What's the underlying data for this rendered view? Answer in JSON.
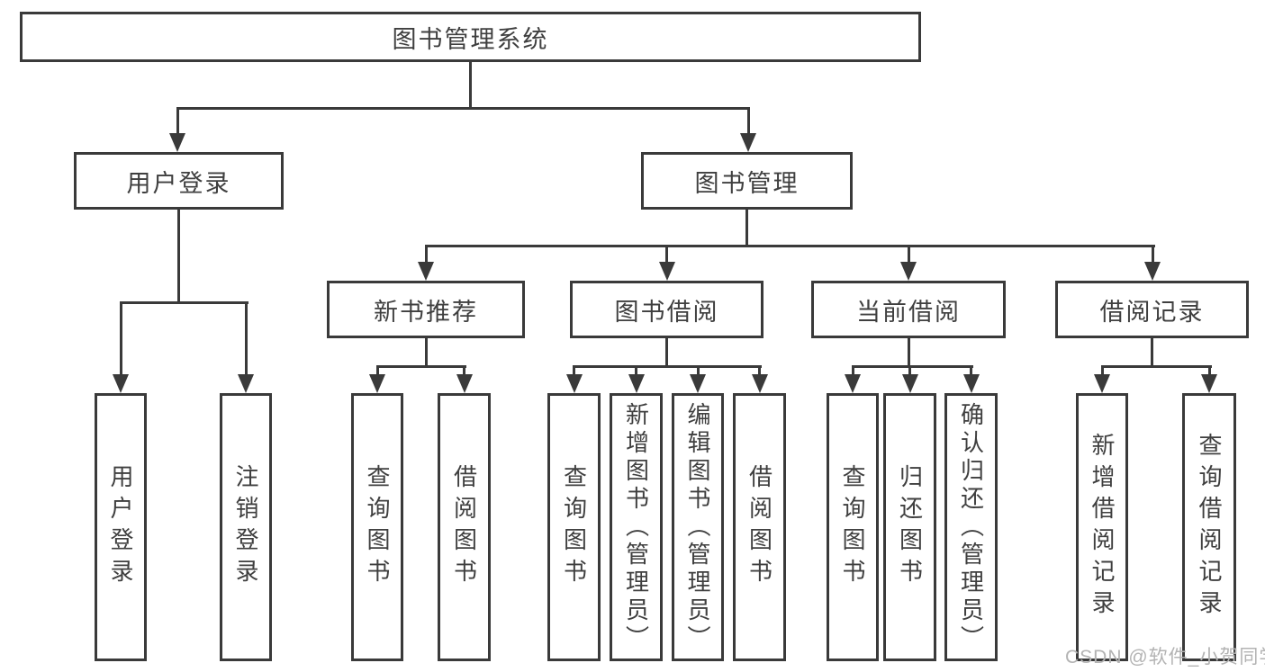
{
  "watermark": "CSDN @软件_小贺同学",
  "diagram": {
    "root": {
      "label": "图书管理系统"
    },
    "level1": {
      "user_login": {
        "label": "用户登录"
      },
      "book_mgmt": {
        "label": "图书管理"
      }
    },
    "level2": {
      "new_books": {
        "label": "新书推荐"
      },
      "borrowing": {
        "label": "图书借阅"
      },
      "current": {
        "label": "当前借阅"
      },
      "records": {
        "label": "借阅记录"
      }
    },
    "level3": {
      "login": {
        "label": "用户登录"
      },
      "logout": {
        "label": "注销登录"
      },
      "nb_query": {
        "label": "查询图书"
      },
      "nb_borrow": {
        "label": "借阅图书"
      },
      "bw_query": {
        "label": "查询图书"
      },
      "bw_add": {
        "label": "新增图书（管理员）"
      },
      "bw_edit": {
        "label": "编辑图书（管理员）"
      },
      "bw_borrow": {
        "label": "借阅图书"
      },
      "cur_query": {
        "label": "查询图书"
      },
      "cur_return": {
        "label": "归还图书"
      },
      "cur_confirm": {
        "label": "确认归还（管理员）"
      },
      "rec_add": {
        "label": "新增借阅记录"
      },
      "rec_query": {
        "label": "查询借阅记录"
      }
    }
  }
}
